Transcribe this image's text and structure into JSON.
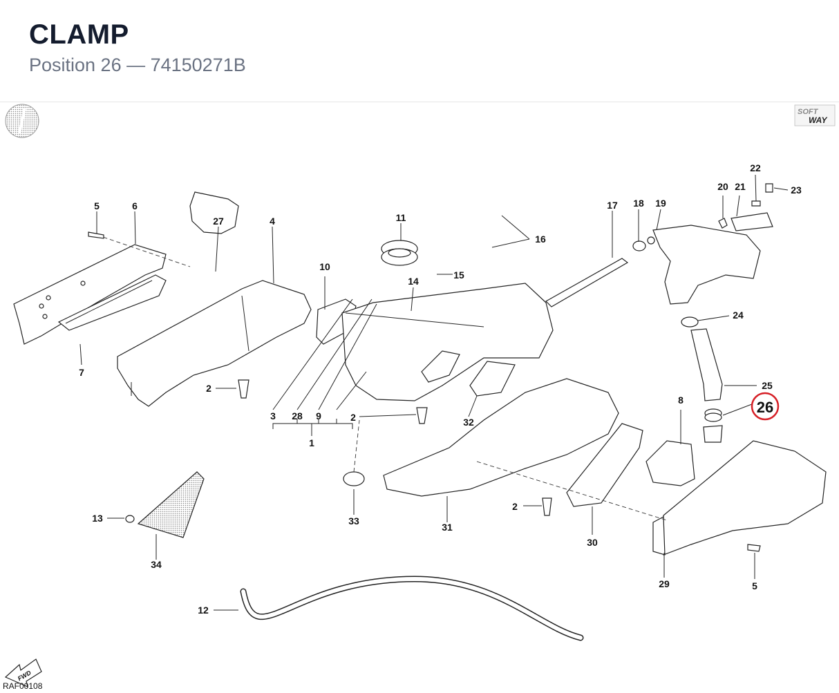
{
  "header": {
    "title": "CLAMP",
    "subtitle": "Position 26 — 74150271B"
  },
  "diagram": {
    "logo_text_1": "SOFT",
    "logo_text_2": "WAY",
    "fwd_label": "FWD",
    "drawing_code": "RAF00108",
    "highlight_position": "26",
    "highlight_color": "#d61f26",
    "callouts": [
      "1",
      "2",
      "2",
      "2",
      "2",
      "3",
      "4",
      "5",
      "5",
      "6",
      "7",
      "8",
      "8",
      "9",
      "10",
      "11",
      "12",
      "13",
      "14",
      "15",
      "16",
      "17",
      "18",
      "19",
      "20",
      "21",
      "22",
      "23",
      "24",
      "25",
      "27",
      "28",
      "29",
      "30",
      "31",
      "32",
      "33",
      "34"
    ]
  }
}
